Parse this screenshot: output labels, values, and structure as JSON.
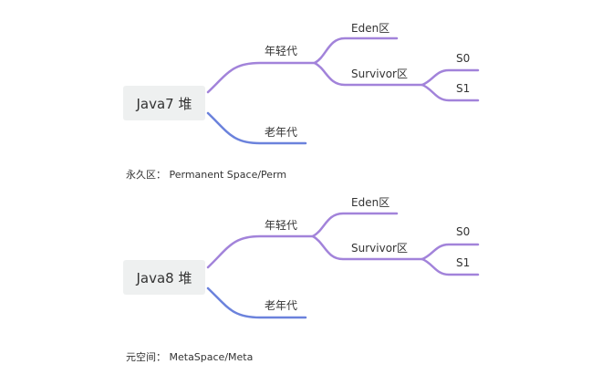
{
  "diagrams": [
    {
      "root": "Java7 堆",
      "young": "年轻代",
      "eden": "Eden区",
      "survivor": "Survivor区",
      "s0": "S0",
      "s1": "S1",
      "old": "老年代",
      "note": "永久区： Permanent Space/Perm"
    },
    {
      "root": "Java8 堆",
      "young": "年轻代",
      "eden": "Eden区",
      "survivor": "Survivor区",
      "s0": "S0",
      "s1": "S1",
      "old": "老年代",
      "note": "元空间： MetaSpace/Meta"
    }
  ],
  "colors": {
    "purple": "#a283da",
    "blue": "#6b82dc",
    "rootBg": "#eef0f0"
  }
}
